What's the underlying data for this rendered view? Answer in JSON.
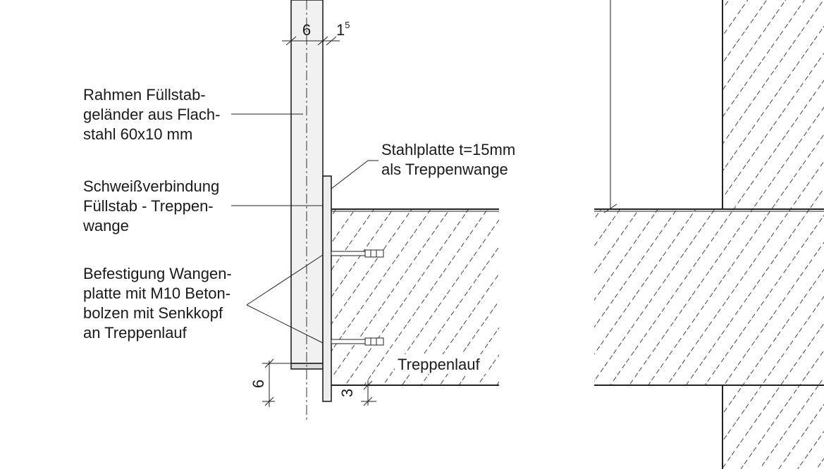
{
  "labels": {
    "frame_bar": [
      "Rahmen Füllstab-",
      "geländer aus Flach-",
      "stahl 60x10 mm"
    ],
    "steel_plate": [
      "Stahlplatte t=15mm",
      "als Treppenwange"
    ],
    "weld": [
      "Schweißverbindung",
      "Füllstab - Treppen-",
      "wange"
    ],
    "fastening": [
      "Befestigung Wangen-",
      "platte mit M10 Beton-",
      "bolzen mit Senkkopf",
      "an Treppenlauf"
    ],
    "stair_flight": "Treppenlauf"
  },
  "dimensions": {
    "bar_width": "6",
    "plate_thickness_base": "1",
    "plate_thickness_sup": "5",
    "bottom_offset": "6",
    "plate_overhang": "3"
  }
}
